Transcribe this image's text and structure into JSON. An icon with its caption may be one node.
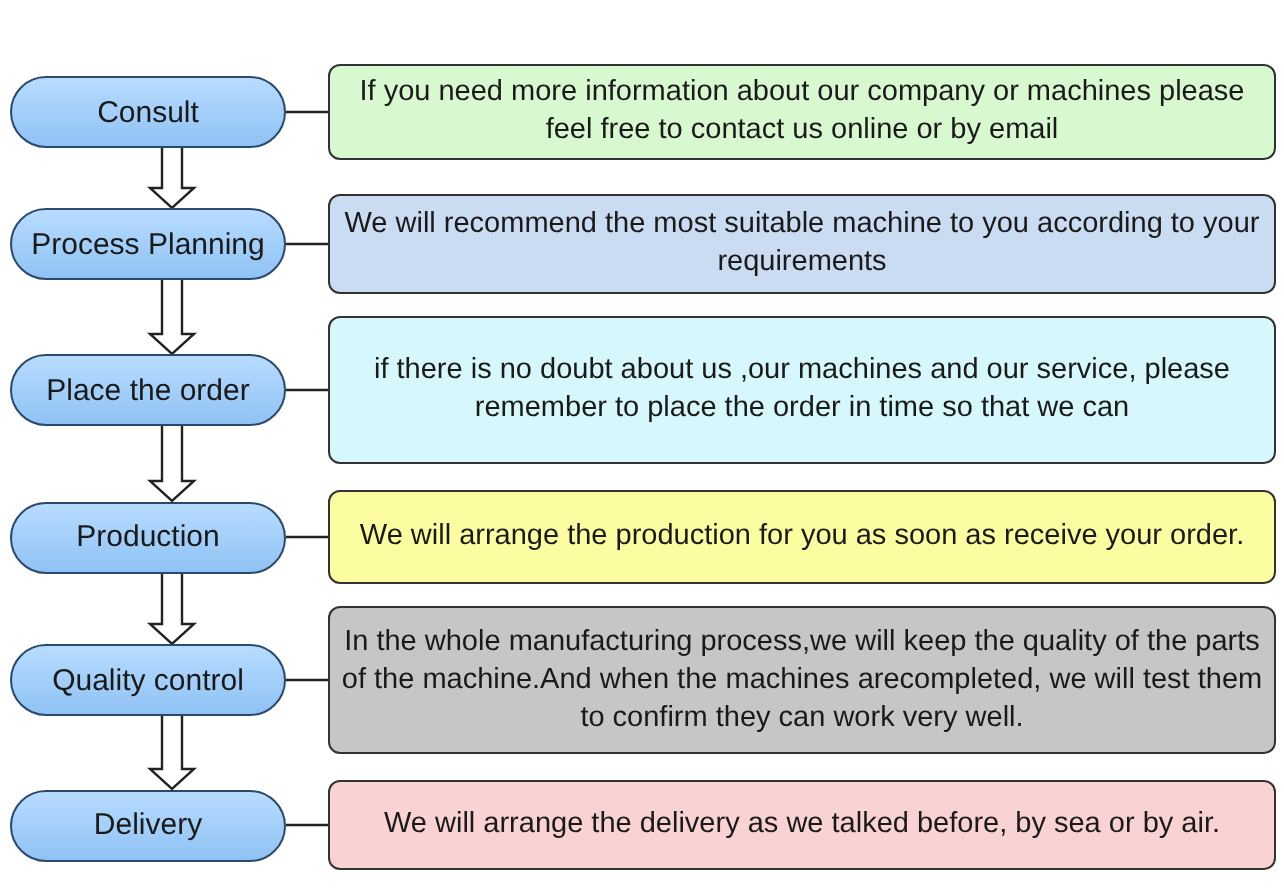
{
  "diagram": {
    "nodes": [
      {
        "text": [
          "Consult"
        ]
      },
      {
        "text": [
          "If you need more information about our company or machines  please feel free to contact us online or by email"
        ]
      },
      {
        "text": [
          "Process Planning"
        ]
      },
      {
        "text": [
          "We will recommend the most suitable machine to you according to your requirements"
        ]
      },
      {
        "text": [
          "Place the order"
        ]
      },
      {
        "text": [
          "if there is no doubt about us ,our machines and our service, please remember to place the order in time so that we can"
        ]
      },
      {
        "text": [
          "Production"
        ]
      },
      {
        "text": [
          "We will arrange the production for you as soon as receive your order."
        ]
      },
      {
        "text": [
          "Quality control"
        ]
      },
      {
        "text": [
          "In the whole manufacturing process,we will keep the quality of the parts of the machine.And when the machines arecompleted, we will test them to confirm they can work very well."
        ]
      },
      {
        "text": [
          "Delivery"
        ]
      },
      {
        "text": [
          "We will arrange the delivery as we talked before, by sea or by air."
        ]
      }
    ],
    "edges": [
      {
        "from": 0,
        "to": 1,
        "arrow": "none"
      },
      {
        "from": 0,
        "to": 2,
        "arrow": "to"
      },
      {
        "from": 2,
        "to": 3,
        "arrow": "none"
      },
      {
        "from": 2,
        "to": 4,
        "arrow": "to"
      },
      {
        "from": 4,
        "to": 5,
        "arrow": "none"
      },
      {
        "from": 4,
        "to": 6,
        "arrow": "to"
      },
      {
        "from": 6,
        "to": 7,
        "arrow": "none"
      },
      {
        "from": 6,
        "to": 8,
        "arrow": "to"
      },
      {
        "from": 8,
        "to": 9,
        "arrow": "none"
      },
      {
        "from": 8,
        "to": 10,
        "arrow": "to"
      },
      {
        "from": 10,
        "to": 11,
        "arrow": "none"
      }
    ]
  }
}
